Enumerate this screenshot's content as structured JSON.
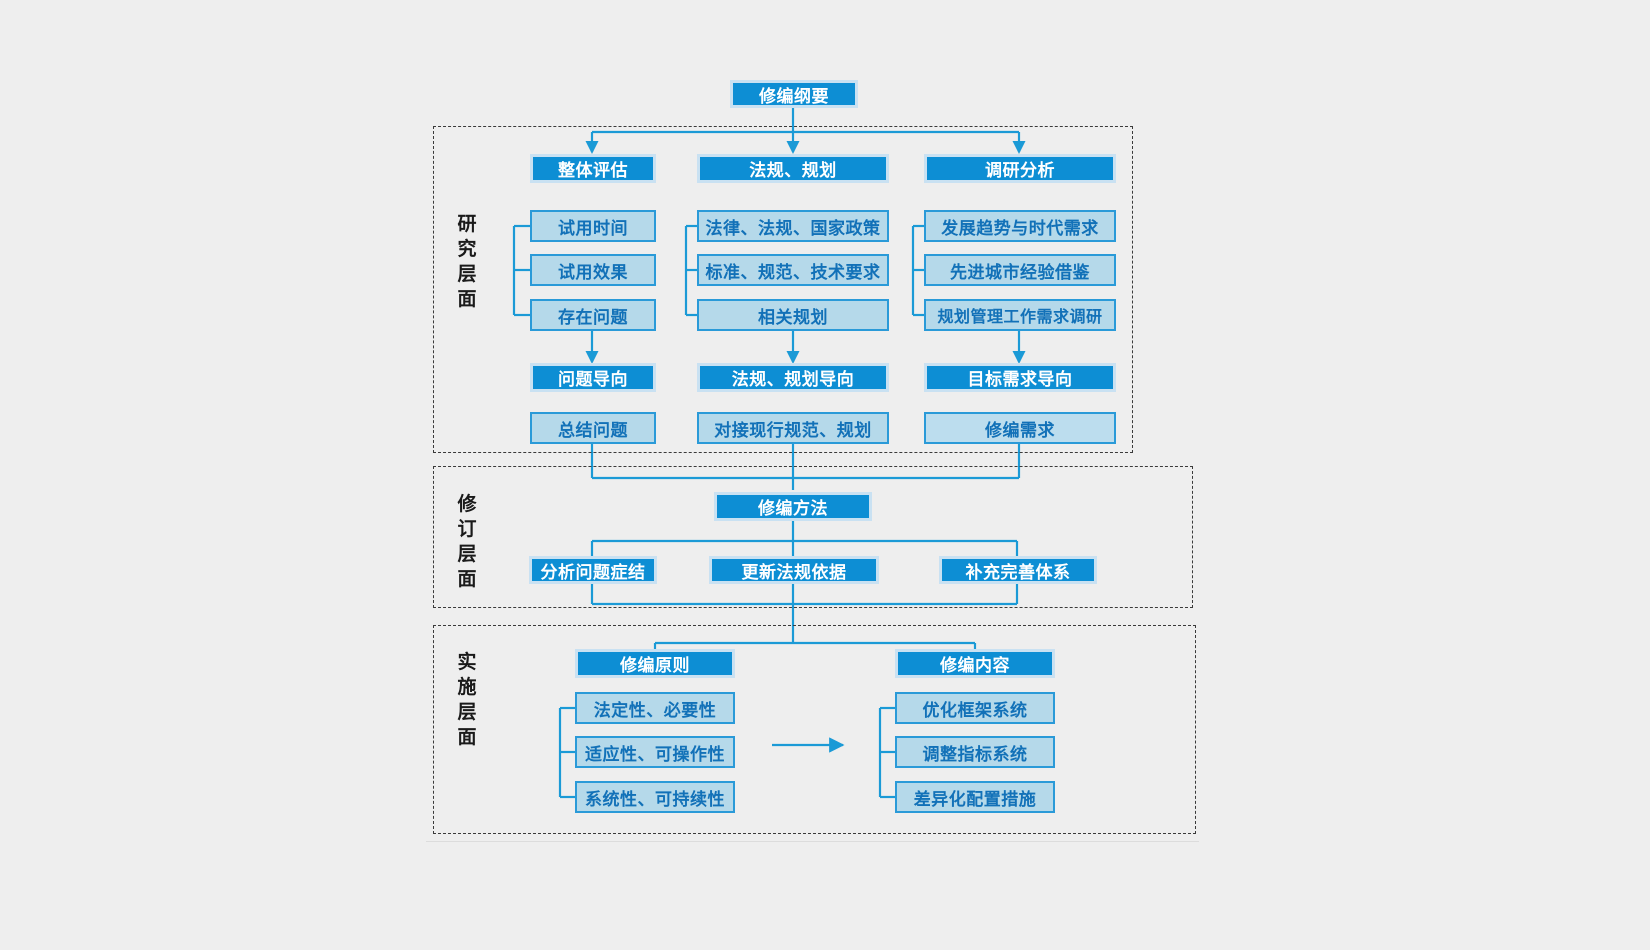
{
  "diagram": {
    "title": "修编纲要",
    "layers": [
      {
        "id": "research",
        "label": "研究层面"
      },
      {
        "id": "revision",
        "label": "修订层面"
      },
      {
        "id": "implementation",
        "label": "实施层面"
      }
    ],
    "colors": {
      "header_fill": "#0d8ed4",
      "header_text": "#ffffff",
      "node_fill": "#b5d9ea",
      "node_border": "#2a9ad8",
      "node_text": "#1271b8",
      "connector": "#1b9ad6",
      "frame_border": "#3a3a3a",
      "background": "#eeeeee"
    },
    "research_layer": {
      "columns": [
        {
          "header": "整体评估",
          "items": [
            "试用时间",
            "试用效果",
            "存在问题"
          ],
          "orientation": "问题导向",
          "outcome": "总结问题"
        },
        {
          "header": "法规、规划",
          "items": [
            "法律、法规、国家政策",
            "标准、规范、技术要求",
            "相关规划"
          ],
          "orientation": "法规、规划导向",
          "outcome": "对接现行规范、规划"
        },
        {
          "header": "调研分析",
          "items": [
            "发展趋势与时代需求",
            "先进城市经验借鉴",
            "规划管理工作需求调研"
          ],
          "orientation": "目标需求导向",
          "outcome": "修编需求"
        }
      ]
    },
    "revision_layer": {
      "header": "修编方法",
      "items": [
        "分析问题症结",
        "更新法规依据",
        "补充完善体系"
      ]
    },
    "implementation_layer": {
      "groups": [
        {
          "header": "修编原则",
          "items": [
            "法定性、必要性",
            "适应性、可操作性",
            "系统性、可持续性"
          ]
        },
        {
          "header": "修编内容",
          "items": [
            "优化框架系统",
            "调整指标系统",
            "差异化配置措施"
          ]
        }
      ],
      "between_arrow": "arrow-right-icon"
    }
  }
}
